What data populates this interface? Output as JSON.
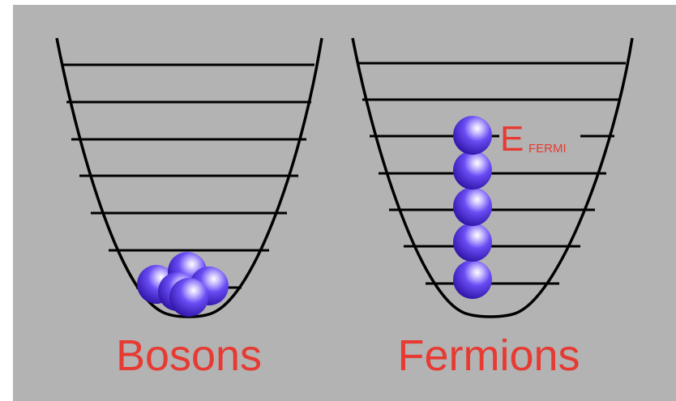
{
  "bosons": {
    "label": "Bosons",
    "particle_count": 5
  },
  "fermions": {
    "label": "Fermions",
    "particle_count": 5,
    "fermi_symbol": "E",
    "fermi_subscript": "FERMI"
  },
  "colors": {
    "background": "#b3b3b3",
    "well_line": "#000000",
    "label_text": "#e63a32",
    "particle_light": "#ffffff",
    "particle_mid": "#6a4cf4",
    "particle_dark": "#2a0fa0"
  }
}
